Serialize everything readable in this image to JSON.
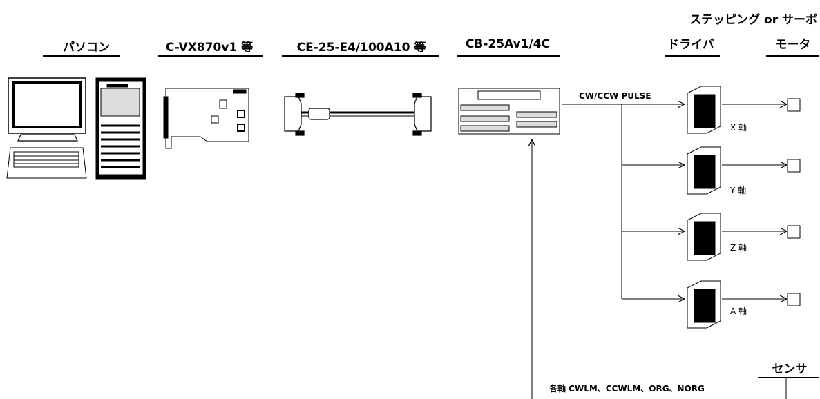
{
  "headers": {
    "pc": "パソコン",
    "board": "C-VX870v1 等",
    "cable": "CE-25-E4/100A10 等",
    "terminal": "CB-25Av1/4C",
    "driver_top": "ステッピング or サーボ",
    "driver": "ドライバ",
    "motor": "モータ",
    "sensor": "センサ"
  },
  "labels": {
    "pulse": "CW/CCW PULSE",
    "sensor_signals": "各軸 CWLM、CCWLM、ORG、NORG"
  },
  "axes": [
    {
      "label": "X 軸"
    },
    {
      "label": "Y 軸"
    },
    {
      "label": "Z 軸"
    },
    {
      "label": "A 軸"
    }
  ]
}
